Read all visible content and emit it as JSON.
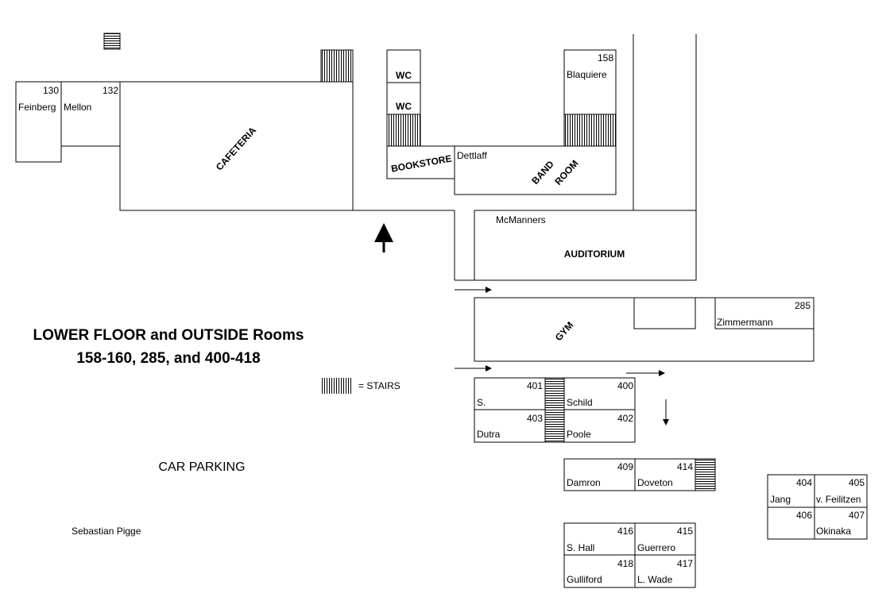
{
  "title": {
    "line1": "LOWER FLOOR and OUTSIDE Rooms",
    "line2": "158-160, 285, and 400-418"
  },
  "legend": {
    "symbol": "stairs-icon",
    "label": "=  STAIRS"
  },
  "labels": {
    "car_parking": "CAR PARKING",
    "author": "Sebastian Pigge",
    "cafeteria": "CAFETERIA",
    "wc1": "WC",
    "wc2": "WC",
    "bookstore": "BOOKSTORE",
    "band": "BAND",
    "room": "ROOM",
    "auditorium": "AUDITORIUM",
    "mcmanners": "McManners",
    "gym": "GYM",
    "dettlaff": "Dettlaff"
  },
  "rooms": [
    {
      "number": "130",
      "name": "Feinberg"
    },
    {
      "number": "132",
      "name": "Mellon"
    },
    {
      "number": "158",
      "name": "Blaquiere"
    },
    {
      "number": "285",
      "name": "Zimmermann"
    },
    {
      "number": "401",
      "name": "S."
    },
    {
      "number": "400",
      "name": "Schild"
    },
    {
      "number": "403",
      "name": "Dutra"
    },
    {
      "number": "402",
      "name": "Poole"
    },
    {
      "number": "409",
      "name": "Damron"
    },
    {
      "number": "414",
      "name": "Doveton"
    },
    {
      "number": "404",
      "name": "Jang"
    },
    {
      "number": "405",
      "name": "v. Feilitzen"
    },
    {
      "number": "406",
      "name": ""
    },
    {
      "number": "407",
      "name": "Okinaka"
    },
    {
      "number": "416",
      "name": "S. Hall"
    },
    {
      "number": "415",
      "name": "Guerrero"
    },
    {
      "number": "418",
      "name": "Gulliford"
    },
    {
      "number": "417",
      "name": "L. Wade"
    }
  ],
  "colors": {
    "line": "#000000",
    "background": "#ffffff"
  }
}
